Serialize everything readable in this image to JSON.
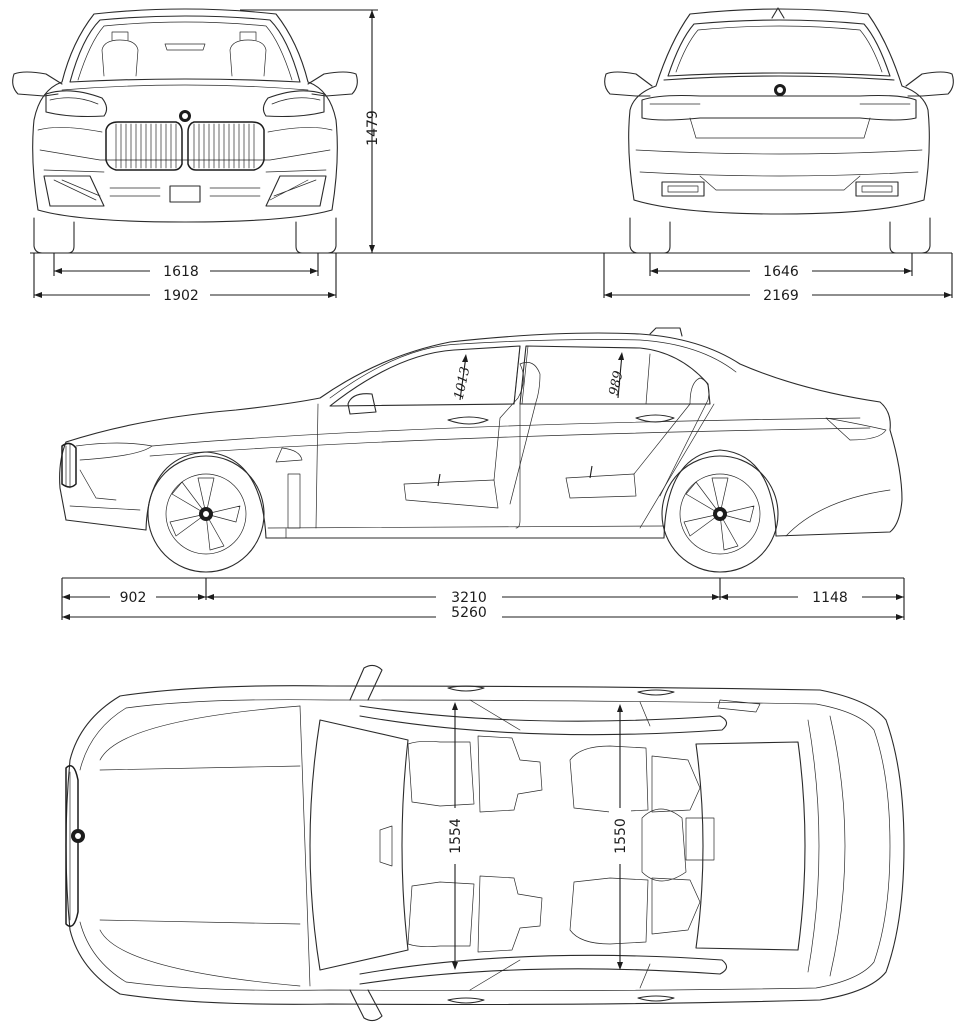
{
  "dimensions": {
    "front_track": "1618",
    "front_width": "1902",
    "height": "1479",
    "rear_track": "1646",
    "rear_width": "2169",
    "front_overhang": "902",
    "wheelbase": "3210",
    "rear_overhang": "1148",
    "length": "5260",
    "front_headroom": "1013",
    "rear_headroom": "989",
    "front_shoulder_width": "1554",
    "rear_shoulder_width": "1550"
  }
}
